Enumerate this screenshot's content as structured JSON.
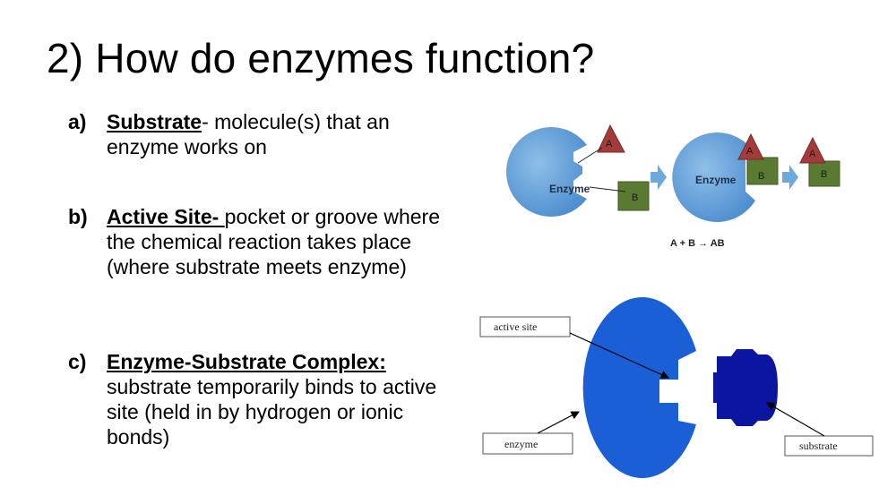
{
  "slide": {
    "title": "2)  How do enzymes function?",
    "bullets": [
      {
        "marker": "a)",
        "term": "Substrate",
        "text": "- molecule(s) that an enzyme works on"
      },
      {
        "marker": "b)",
        "term": "Active Site- ",
        "text": "pocket or groove where the chemical reaction takes place (where substrate meets enzyme)"
      },
      {
        "marker": "c)",
        "term": "Enzyme-Substrate Complex:",
        "text": " substrate temporarily binds to active site (held in by hydrogen or ionic bonds)"
      }
    ]
  },
  "diagram_top": {
    "enzyme_label_1": "Enzyme",
    "enzyme_label_2": "Enzyme",
    "a_label": "A",
    "b_label": "B",
    "equation": "A + B → AB",
    "colors": {
      "enzyme": "#5b9bd5",
      "triangle": "#a33b3b",
      "square": "#5a7a32",
      "arrow": "#6fa8dc"
    }
  },
  "diagram_bottom": {
    "label_active_site": "active site",
    "label_enzyme": "enzyme",
    "label_substrate": "substrate",
    "colors": {
      "enzyme": "#1a5fd6",
      "substrate": "#0a16a0"
    }
  }
}
